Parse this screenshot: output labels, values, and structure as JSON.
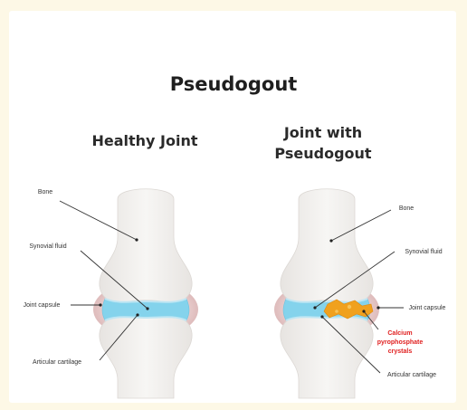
{
  "title": "Pseudogout",
  "panels": {
    "healthy": {
      "heading": [
        "Healthy Joint"
      ],
      "labels": {
        "bone": "Bone",
        "synovial_fluid": "Synovial fluid",
        "joint_capsule": "Joint capsule",
        "articular_cartilage": "Articular cartilage"
      }
    },
    "pseudogout": {
      "heading": [
        "Joint with",
        "Pseudogout"
      ],
      "labels": {
        "bone": "Bone",
        "synovial_fluid": "Synovial fluid",
        "joint_capsule": "Joint capsule",
        "crystals": [
          "Calcium",
          "pyrophosphate",
          "crystals"
        ],
        "articular_cartilage": "Articular cartilage"
      }
    }
  },
  "colors": {
    "background": "#fdf8e6",
    "bone": "#f3f1ef",
    "capsule": "#e6c7c7",
    "synovial_fluid": "#84d3ec",
    "crystals": "#f0a11e",
    "crystal_label": "#e02020"
  }
}
